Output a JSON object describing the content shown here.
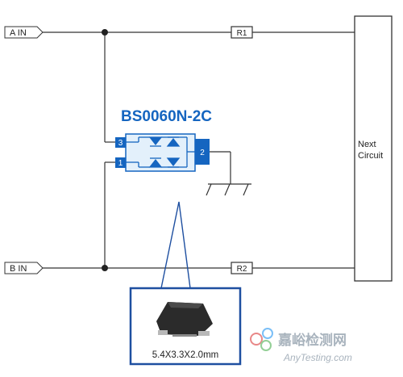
{
  "inputs": {
    "a_label": "A IN",
    "b_label": "B IN"
  },
  "resistors": {
    "r1_label": "R1",
    "r2_label": "R2"
  },
  "next_circuit": {
    "line1": "Next",
    "line2": "Circuit"
  },
  "device": {
    "part_number": "BS0060N-2C",
    "pin_3": "3",
    "pin_1": "1",
    "pin_2": "2"
  },
  "package": {
    "dimensions": "5.4X3.3X2.0mm"
  },
  "watermark": {
    "chinese": "嘉峪检测网",
    "english": "AnyTesting.com"
  },
  "colors": {
    "device_blue": "#1565c0",
    "callout_blue": "#1e4fa0",
    "wire": "#333333"
  }
}
